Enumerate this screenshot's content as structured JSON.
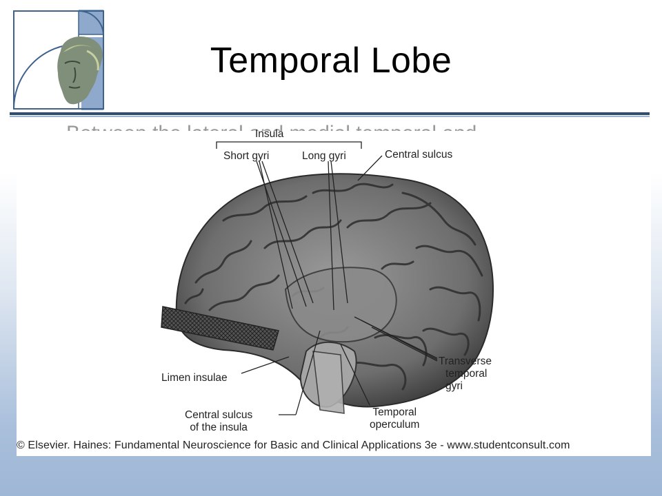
{
  "slide": {
    "title": "Temporal Lobe",
    "bullet_fragment": "Between the lateral and medial temporal and"
  },
  "figure": {
    "labels": {
      "insula": "Insula",
      "short_gyri": "Short gyri",
      "long_gyri": "Long gyri",
      "central_sulcus": "Central sulcus",
      "transverse_temporal_gyri_l1": "Transverse",
      "transverse_temporal_gyri_l2": "temporal",
      "transverse_temporal_gyri_l3": "gyri",
      "limen_insulae": "Limen insulae",
      "central_sulcus_insula_l1": "Central sulcus",
      "central_sulcus_insula_l2": "of the insula",
      "temporal_operculum_l1": "Temporal",
      "temporal_operculum_l2": "operculum"
    },
    "copyright": "© Elsevier. Haines: Fundamental Neuroscience for Basic and Clinical Applications 3e - www.studentconsult.com"
  },
  "colors": {
    "rule_dark": "#2e4d73",
    "rule_light": "#9fb5cf",
    "background_gradient_bottom": "#9fb7d6",
    "logo_blue": "#8fa9cc"
  },
  "icons": {
    "logo": "classical-head-golden-spiral-logo"
  }
}
